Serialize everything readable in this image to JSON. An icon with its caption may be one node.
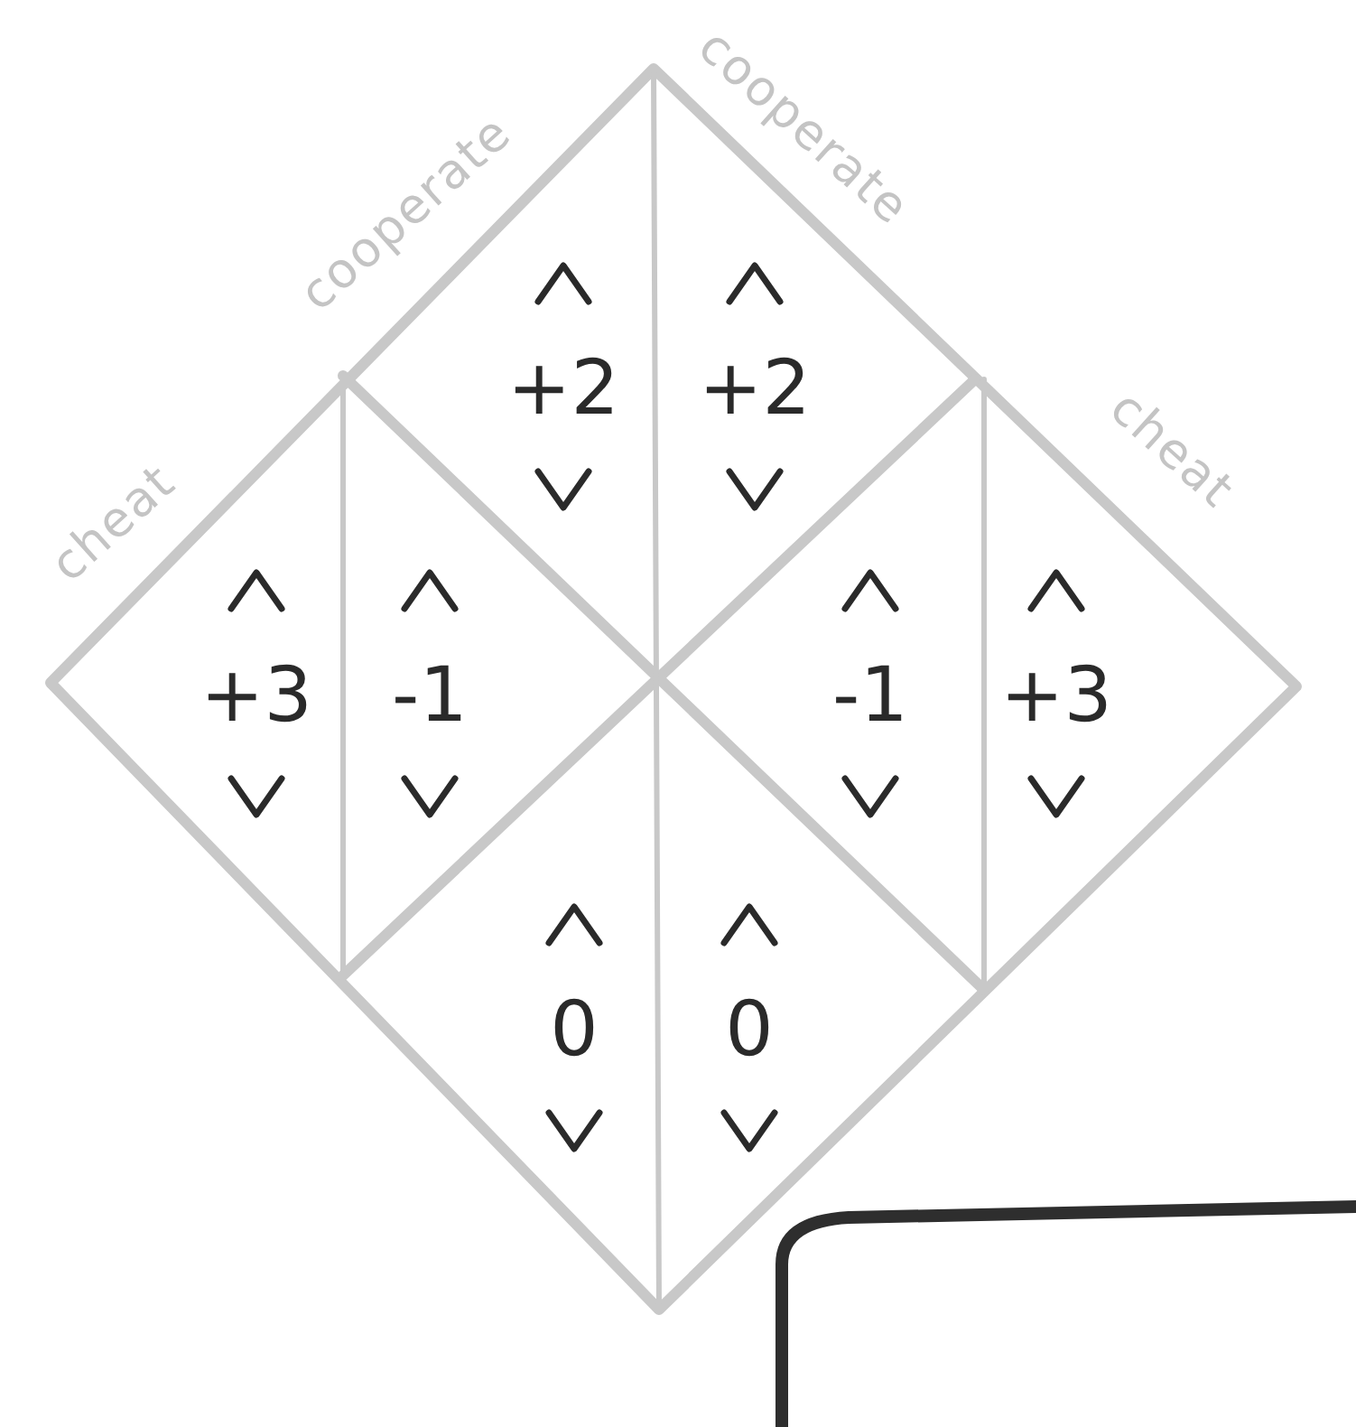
{
  "diagram": {
    "labels": [
      "cooperate",
      "cooperate",
      "cheat",
      "cheat",
      "+2",
      "+2",
      "+3",
      "-1",
      "-1",
      "+3",
      "0",
      "0"
    ]
  }
}
